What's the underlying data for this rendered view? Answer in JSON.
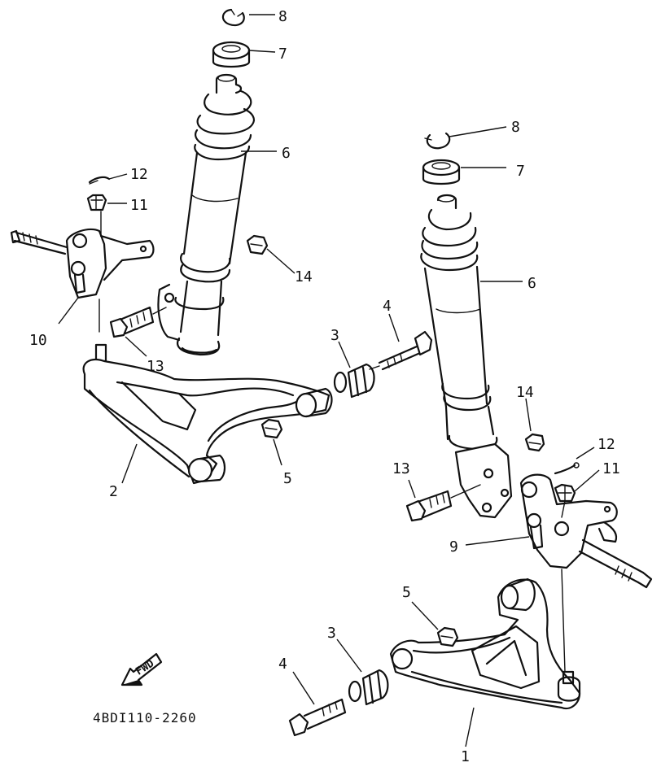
{
  "callouts": {
    "left": [
      "8",
      "7",
      "6",
      "12",
      "11",
      "14",
      "10",
      "13",
      "3",
      "4",
      "2",
      "5"
    ],
    "right": [
      "8",
      "7",
      "6",
      "14",
      "12",
      "11",
      "13",
      "9",
      "5",
      "3",
      "4",
      "1"
    ]
  },
  "fwd_label": "FWD",
  "diagram_code": "4BDI110-2260"
}
